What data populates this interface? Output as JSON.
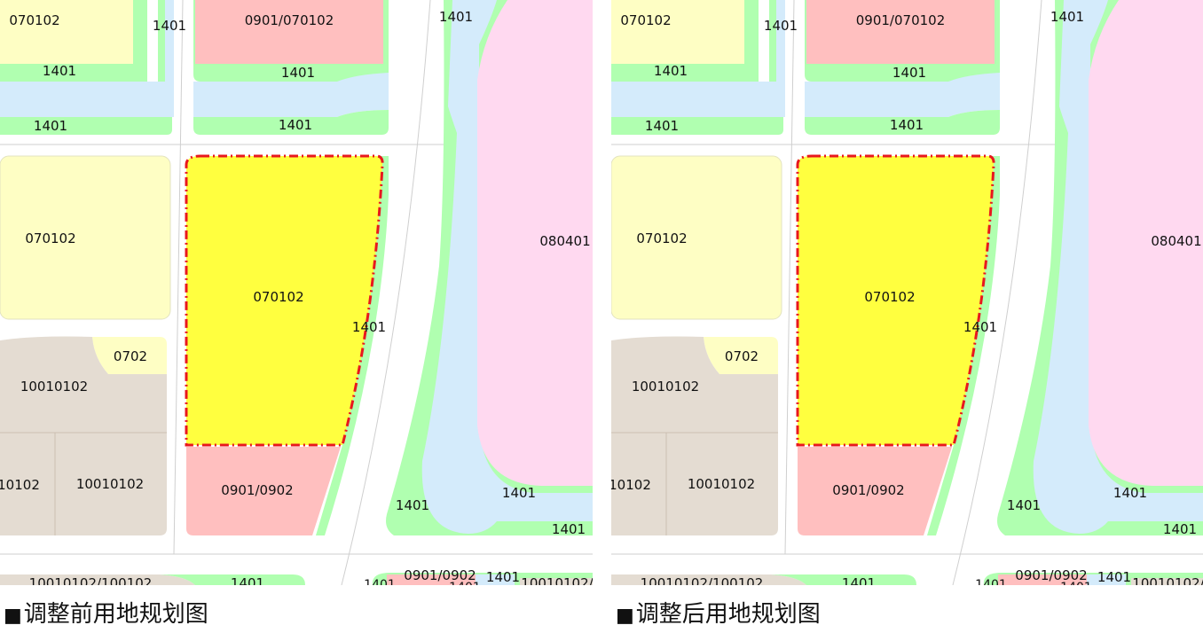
{
  "captions": {
    "before": "调整前用地规划图",
    "after": "调整后用地规划图",
    "bullet": "■"
  },
  "colors": {
    "residential_light": "#fefec4",
    "residential_highlight": "#ffff3f",
    "commercial_mixed": "#ffbfbf",
    "commercial_pink": "#ffd9f0",
    "water": "#d4ebfb",
    "green_space": "#b0ffb0",
    "industrial": "#e4dcd2",
    "boundary_dashed_red": "#e8181e"
  },
  "labels": {
    "p_070102_top": "070102",
    "g_1401_a": "1401",
    "p_0901_070102": "0901/070102",
    "g_1401_b": "1401",
    "g_1401_c": "1401",
    "g_1401_d": "1401",
    "g_1401_e": "1401",
    "g_1401_f": "1401",
    "p_070102_left": "070102",
    "p_070102_highlight": "070102",
    "g_1401_mid": "1401",
    "p_080401": "080401",
    "p_0702": "0702",
    "p_10010102_a": "10010102",
    "p_10102": "10102",
    "p_10010102_b": "10010102",
    "p_0901_0902": "0901/0902",
    "g_1401_g": "1401",
    "g_1401_h": "1401",
    "g_1401_i": "1401",
    "p_bottom_left": "10010102/100102",
    "g_1401_j": "1401",
    "g_1401_k": "1401",
    "p_0901_0902_b": "0901/0902",
    "g_1401_l": "1401",
    "g_1401_m": "1401",
    "p_bottom_right": "10010102/"
  }
}
